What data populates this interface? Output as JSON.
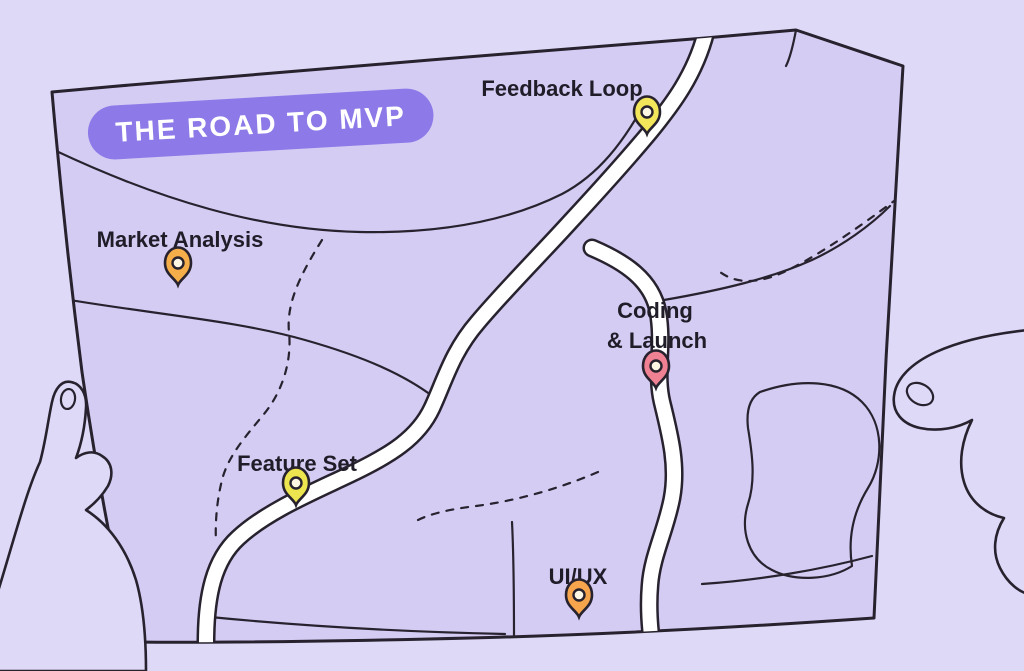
{
  "illustration": {
    "badge": {
      "label": "THE ROAD TO MVP",
      "bg_color": "#8d7ae8",
      "text_color": "#ffffff"
    },
    "pins": [
      {
        "id": "feedback-loop",
        "label": "Feedback Loop",
        "color": "#f3e65b"
      },
      {
        "id": "market-analysis",
        "label": "Market Analysis",
        "color": "#f6ae4b"
      },
      {
        "id": "coding-launch",
        "label": "Coding & Launch",
        "lines": [
          "Coding",
          "& Launch"
        ],
        "color": "#ef8193"
      },
      {
        "id": "feature-set",
        "label": "Feature Set",
        "color": "#ece54f"
      },
      {
        "id": "ui-ux",
        "label": "UI/UX",
        "color": "#f6a54c"
      }
    ],
    "colors": {
      "background": "#ded9f7",
      "map_fill": "#d5ccf4",
      "outline": "#27222e",
      "road": "#ffffff",
      "pin_center": "#fdf6e3"
    }
  }
}
